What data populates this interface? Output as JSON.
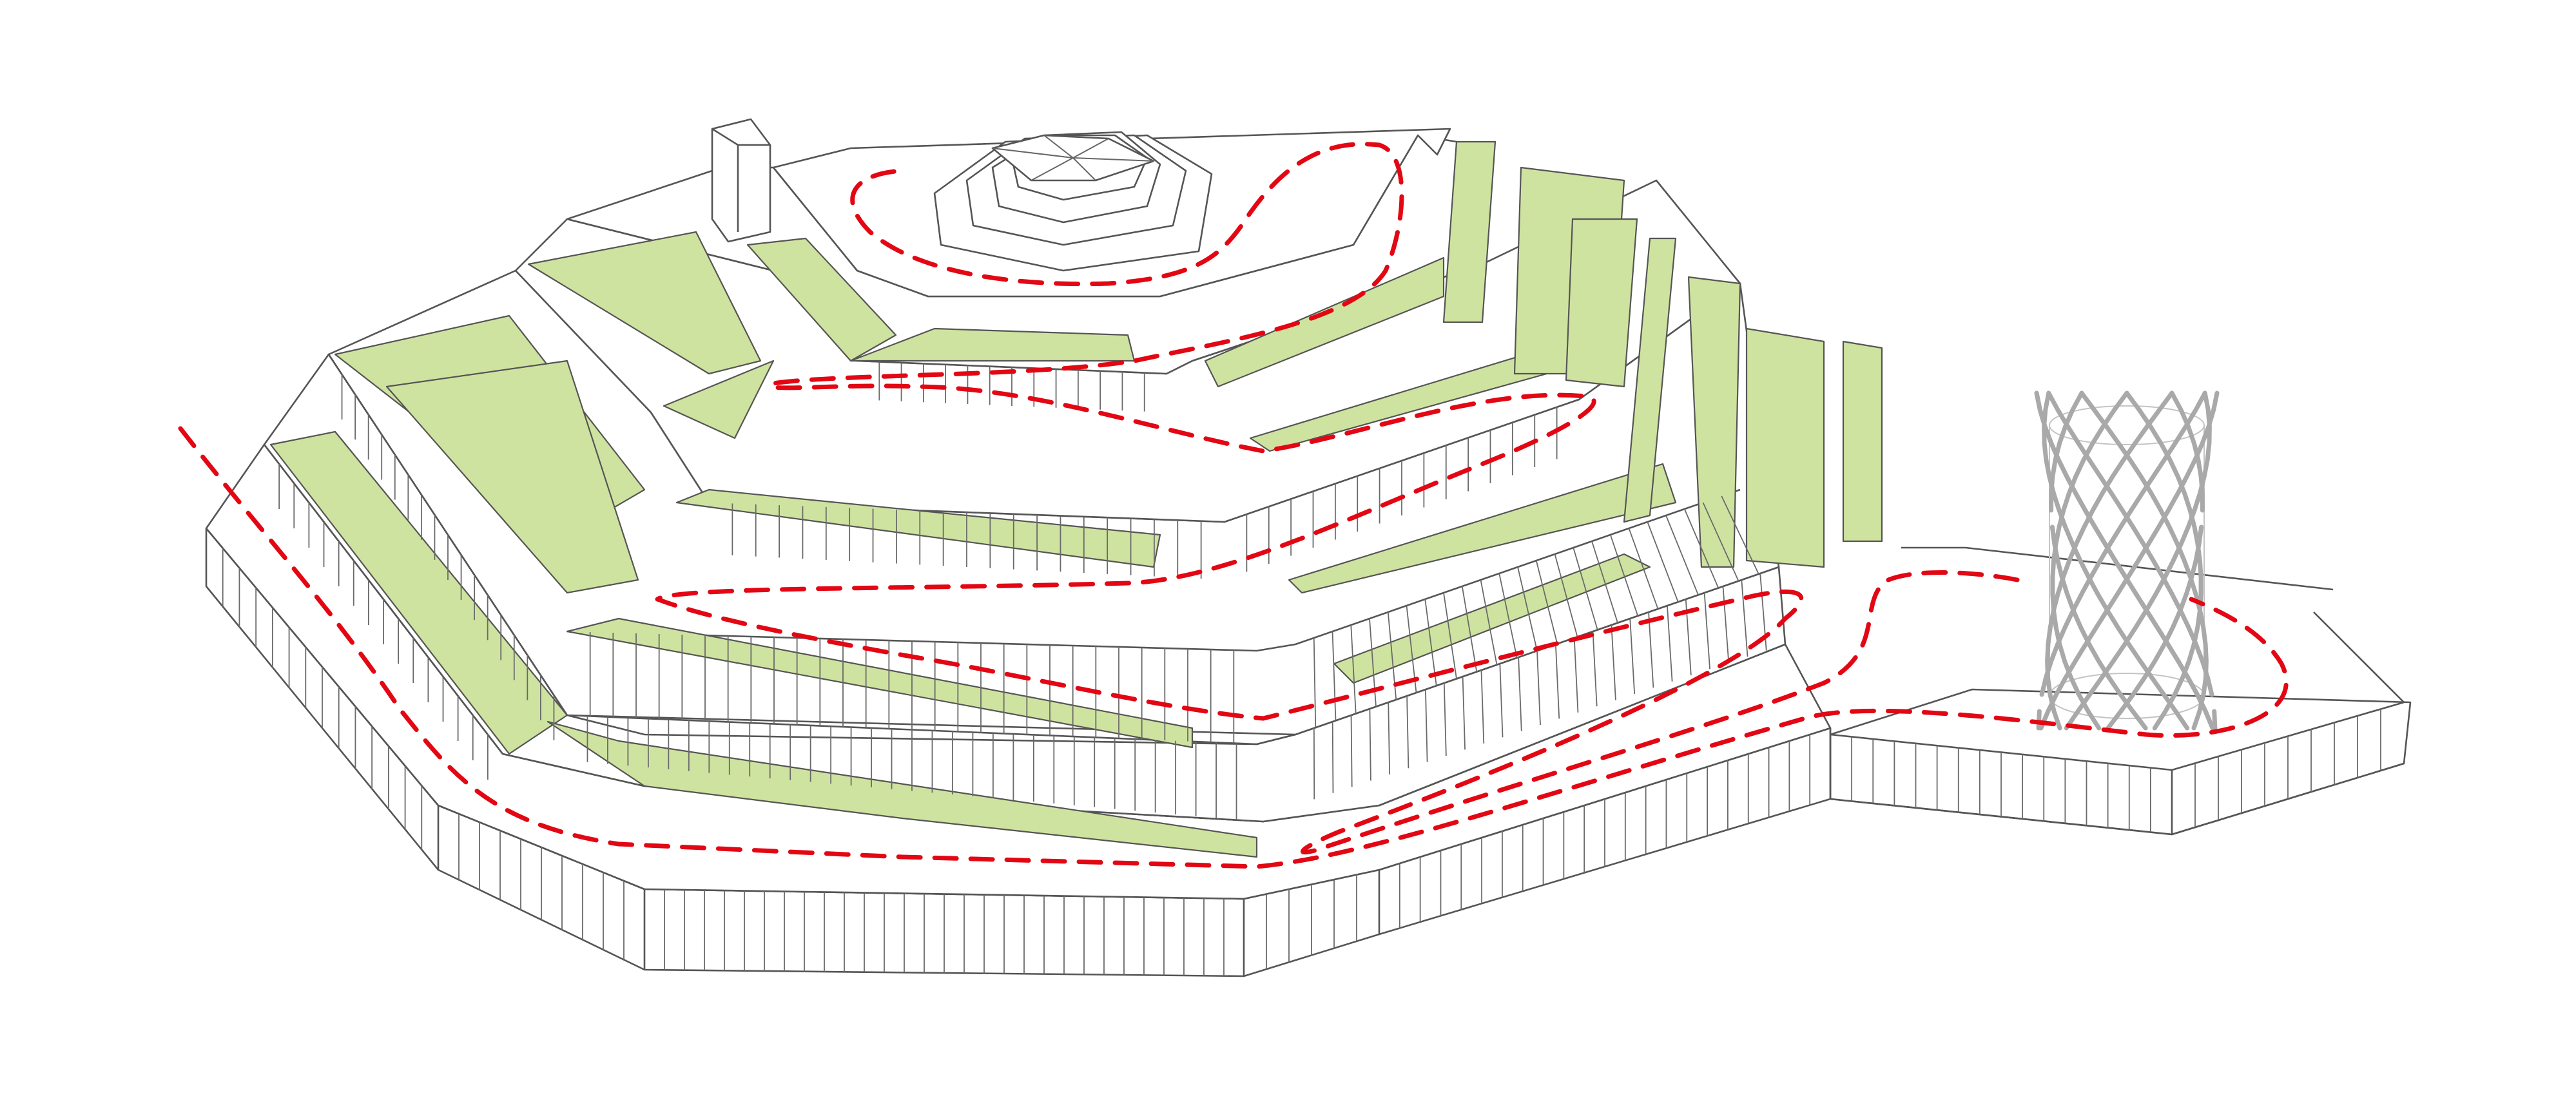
{
  "figure": {
    "kind": "axonometric line drawing of a terraced building with green roof terraces, a continuous dashed route spiralling up the terraces, and a lattice tower on an adjoining plaza",
    "colors": {
      "background": "#ffffff",
      "line": "#555555",
      "green_roof": "#cfe3a0",
      "route": "#e30613",
      "tower_lattice": "#a9a9a9"
    },
    "elements": {
      "building": "terraced-building",
      "green_terraces": "green-roof-terrace",
      "route": "dashed-walking-route",
      "tower": "lattice-tower",
      "plaza": "tower-plaza",
      "dome": "rooftop-dome",
      "chimney": "rooftop-chimney"
    }
  }
}
